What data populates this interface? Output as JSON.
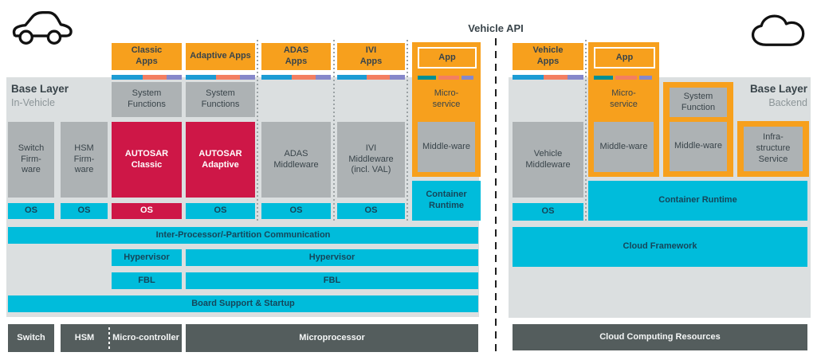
{
  "title": {
    "vehicle_api": "Vehicle API"
  },
  "colors": {
    "orange": "#F7A01D",
    "crimson": "#CE1747",
    "cyan": "#00BCDB",
    "box_gray": "#ADB2B4",
    "panel_gray": "#DBDFE0",
    "dark_slate": "#545D5D",
    "strip_blue": "#1D9CD4",
    "strip_teal": "#008F94",
    "strip_salmon": "#F37F61",
    "strip_purple": "#8688CA"
  },
  "left": {
    "base_layer": {
      "title": "Base Layer",
      "subtitle": "In-Vehicle"
    },
    "headers": {
      "classic": "Classic\nApps",
      "adaptive": "Adaptive Apps",
      "adas": "ADAS\nApps",
      "ivi": "IVI\nApps"
    },
    "system_functions_1": "System\nFunctions",
    "system_functions_2": "System\nFunctions",
    "stack": {
      "switch_fw": "Switch\nFirm-\nware",
      "hsm_fw": "HSM\nFirm-\nware",
      "autosar_classic": "AUTOSAR\nClassic",
      "autosar_adaptive": "AUTOSAR\nAdaptive",
      "adas_mw": "ADAS\nMiddleware",
      "ivi_mw": "IVI\nMiddleware\n(incl. VAL)"
    },
    "os": [
      "OS",
      "OS",
      "OS",
      "OS",
      "OS",
      "OS"
    ],
    "app_cell": {
      "app": "App",
      "microservice": "Micro-\nservice",
      "middleware": "Middle-ware",
      "container_runtime": "Container\nRuntime"
    },
    "bars": {
      "ipc": "Inter-Processor/-Partition Communication",
      "hypervisor_1": "Hypervisor",
      "hypervisor_2": "Hypervisor",
      "fbl_1": "FBL",
      "fbl_2": "FBL",
      "bss": "Board Support & Startup"
    },
    "hardware": {
      "switch": "Switch",
      "hsm": "HSM",
      "microcontroller": "Micro-controller",
      "microprocessor": "Microprocessor"
    }
  },
  "right": {
    "base_layer": {
      "title": "Base Layer",
      "subtitle": "Backend"
    },
    "headers": {
      "vehicle_apps": "Vehicle\nApps"
    },
    "app_cell": {
      "app": "App",
      "microservice": "Micro-\nservice",
      "middleware": "Middle-ware"
    },
    "system_function": {
      "title": "System\nFunction",
      "middleware": "Middle-ware"
    },
    "infrastructure": {
      "label": "Infra-\nstructure\nService"
    },
    "vehicle_middleware": "Vehicle\nMiddleware",
    "os": "OS",
    "container_runtime": "Container Runtime",
    "cloud_framework": "Cloud Framework",
    "hardware": {
      "cloud": "Cloud Computing Resources"
    }
  }
}
